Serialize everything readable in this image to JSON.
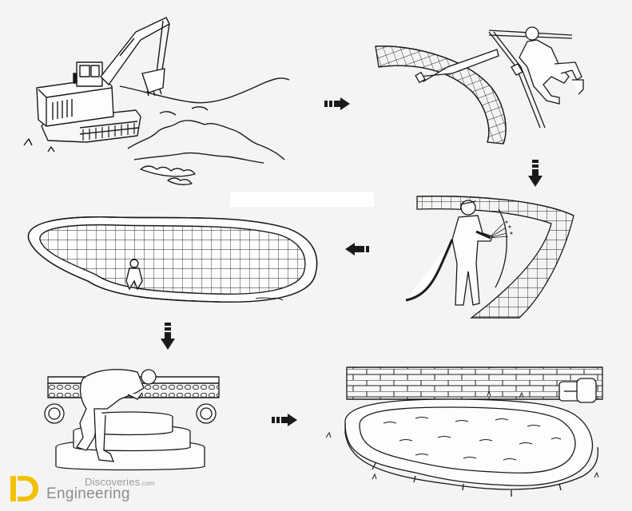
{
  "diagram": {
    "steps": [
      {
        "id": 1,
        "depicts": "excavator-digging"
      },
      {
        "id": 2,
        "depicts": "rebar-framework-and-plumbing"
      },
      {
        "id": 3,
        "depicts": "spraying-gunite"
      },
      {
        "id": 4,
        "depicts": "finishing-shell"
      },
      {
        "id": 5,
        "depicts": "installing-steps-and-tile"
      },
      {
        "id": 6,
        "depicts": "finished-pool-with-coping-and-pump"
      }
    ],
    "arrows": [
      {
        "from": 1,
        "to": 2,
        "direction": "right"
      },
      {
        "from": 2,
        "to": 3,
        "direction": "down"
      },
      {
        "from": 3,
        "to": 4,
        "direction": "left"
      },
      {
        "from": 4,
        "to": 5,
        "direction": "down"
      },
      {
        "from": 5,
        "to": 6,
        "direction": "right"
      }
    ],
    "line_color": "#1a1a1a",
    "background": "#f4f4f2"
  },
  "watermark": {
    "site": "Discoveries",
    "tld": ".com",
    "brand": "Engineering",
    "accent_color": "#f2c200"
  }
}
